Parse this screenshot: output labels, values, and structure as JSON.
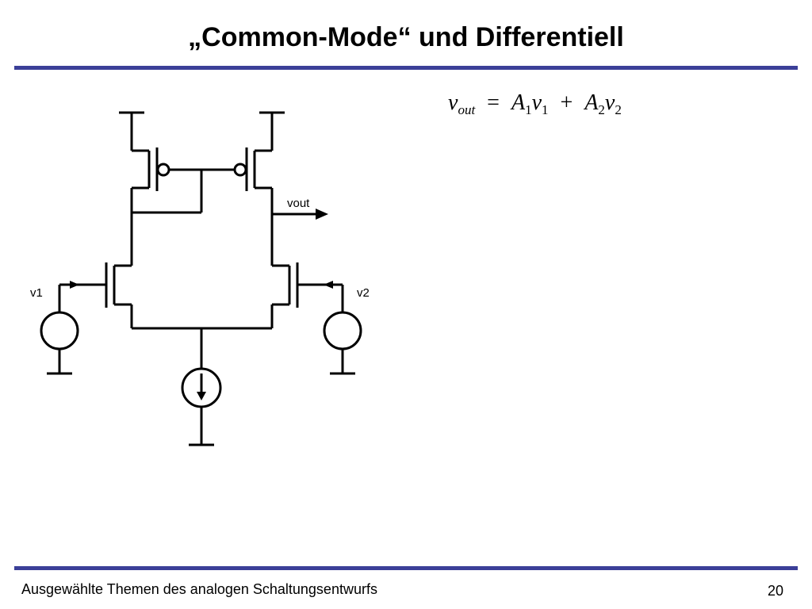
{
  "slide": {
    "title": "„Common-Mode“ und Differentiell",
    "rule_color": "#3b3f98"
  },
  "formula": {
    "lhs_var": "v",
    "lhs_sub": "out",
    "equals": "=",
    "term1_coef": "A",
    "term1_coef_sub": "1",
    "term1_var": "v",
    "term1_var_sub": "1",
    "plus": "+",
    "term2_coef": "A",
    "term2_coef_sub": "2",
    "term2_var": "v",
    "term2_var_sub": "2"
  },
  "circuit": {
    "output_label": "vout",
    "input1_label": "v1",
    "input2_label": "v2"
  },
  "footer": {
    "course": "Ausgewählte Themen des analogen Schaltungsentwurfs",
    "page_number": "20"
  }
}
